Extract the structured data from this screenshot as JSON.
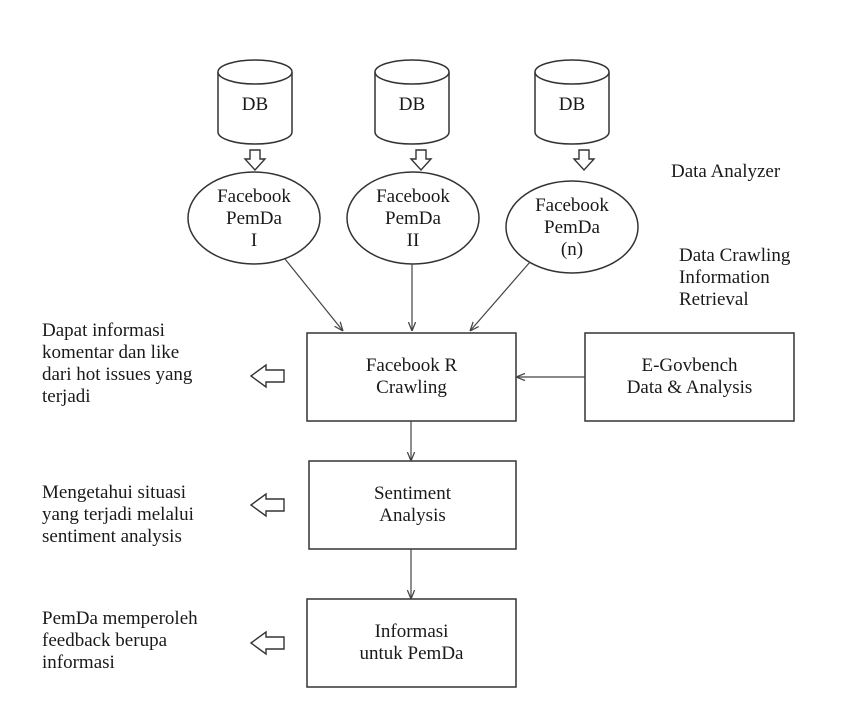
{
  "databases": [
    {
      "label": "DB"
    },
    {
      "label": "DB"
    },
    {
      "label": "DB"
    }
  ],
  "sources": [
    {
      "line1": "Facebook",
      "line2": "PemDa",
      "line3": "I"
    },
    {
      "line1": "Facebook",
      "line2": "PemDa",
      "line3": "II"
    },
    {
      "line1": "Facebook",
      "line2": "PemDa",
      "line3": "(n)"
    }
  ],
  "layer_labels": {
    "data_analyzer": "Data Analyzer",
    "crawling": "Data Crawling\nInformation\nRetrieval"
  },
  "processes": {
    "crawling": "Facebook R\nCrawling",
    "egov": "E-Govbench\nData & Analysis",
    "sentiment": "Sentiment\nAnalysis",
    "informasi": "Informasi\nuntuk PemDa"
  },
  "outputs": {
    "crawling": "Dapat informasi\nkomentar dan like\ndari hot issues yang\nterjadi",
    "sentiment": "Mengetahui situasi\nyang terjadi melalui\nsentiment analysis",
    "informasi": "PemDa memperoleh\nfeedback berupa\ninformasi"
  }
}
